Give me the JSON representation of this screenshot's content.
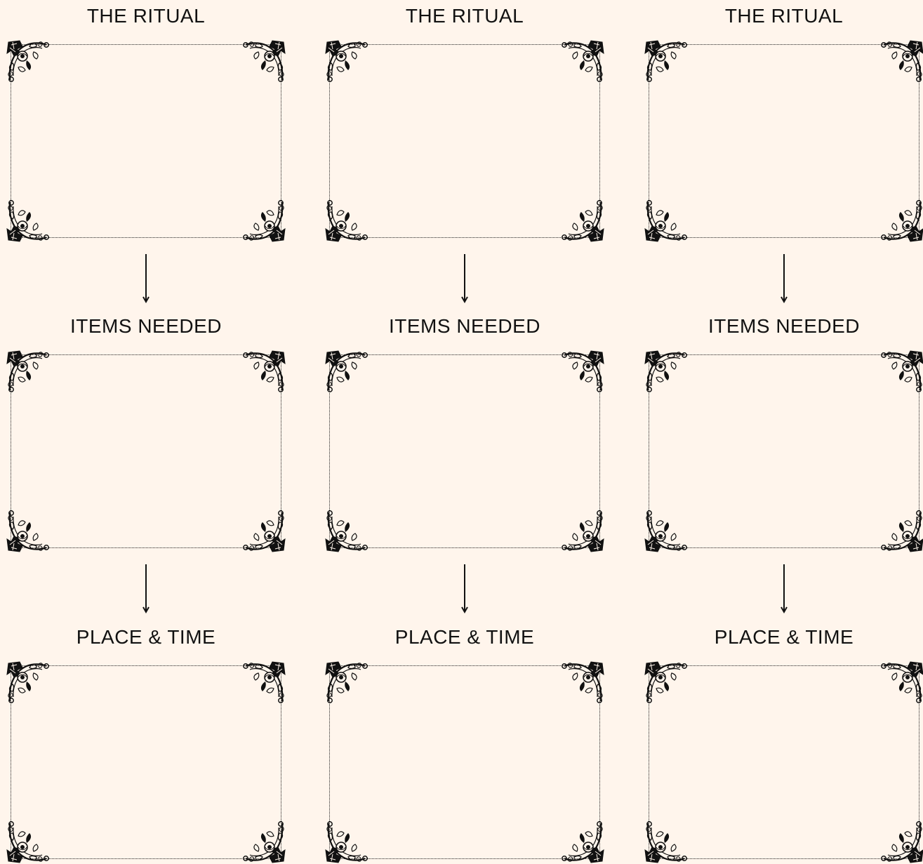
{
  "columns": [
    {
      "sections": [
        {
          "label": "THE RITUAL"
        },
        {
          "label": "ITEMS NEEDED"
        },
        {
          "label": "PLACE & TIME"
        }
      ]
    },
    {
      "sections": [
        {
          "label": "THE RITUAL"
        },
        {
          "label": "ITEMS NEEDED"
        },
        {
          "label": "PLACE & TIME"
        }
      ]
    },
    {
      "sections": [
        {
          "label": "THE RITUAL"
        },
        {
          "label": "ITEMS NEEDED"
        },
        {
          "label": "PLACE & TIME"
        }
      ]
    }
  ],
  "frame_style": "ornate-floral-corners-dotted-border",
  "arrow_direction": "down",
  "colors": {
    "background": "#fff5ec",
    "ink": "#111111"
  }
}
